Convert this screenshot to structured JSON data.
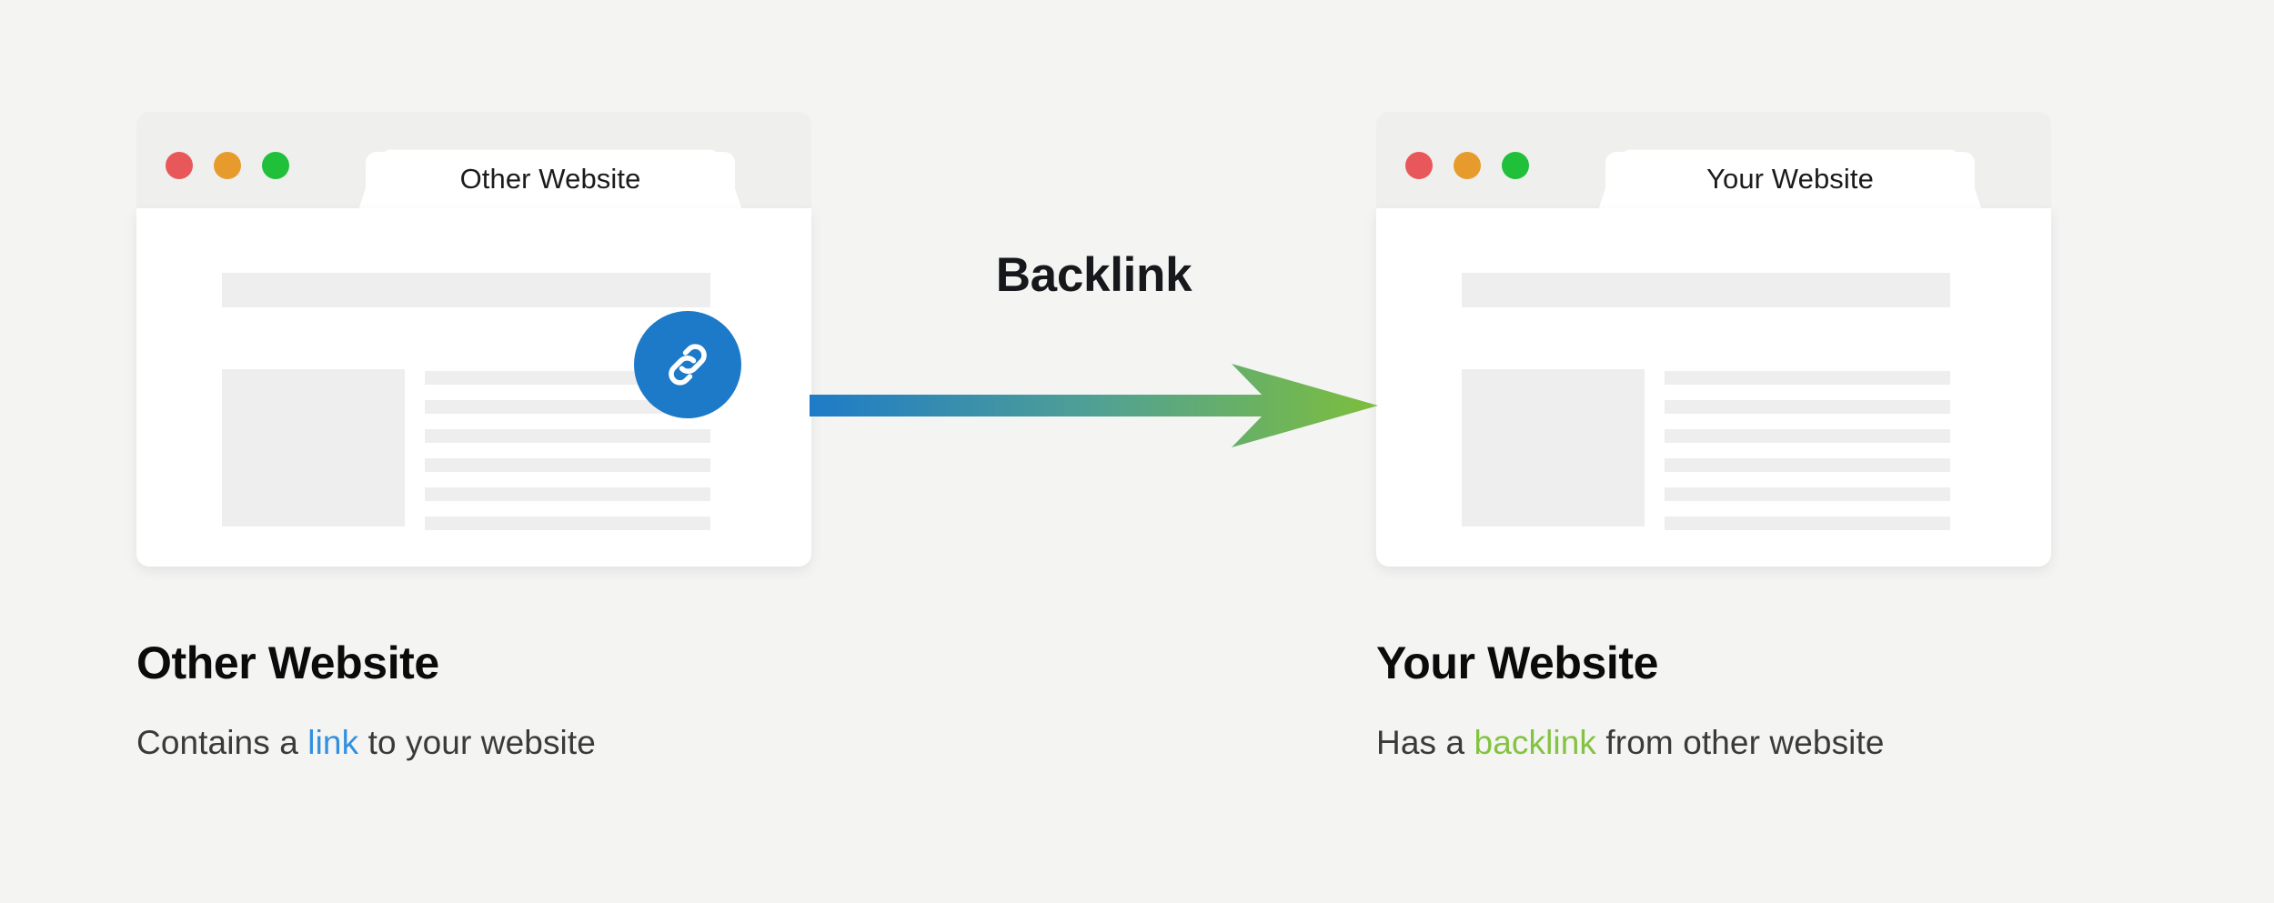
{
  "background_color": "#f4f4f3",
  "connector": {
    "label": "Backlink",
    "arrow_start_color": "#1e7bc8",
    "arrow_end_color": "#7dbe3c",
    "arrow_icon": "right-arrow-icon"
  },
  "cards": [
    {
      "id": "other-website",
      "tab_title": "Other Website",
      "traffic_lights": [
        {
          "name": "close-button",
          "color": "#e8585a"
        },
        {
          "name": "minimize-button",
          "color": "#e79b2c"
        },
        {
          "name": "maximize-button",
          "color": "#21c03b"
        }
      ],
      "skeleton": {
        "header_bar": true,
        "image_block": true,
        "text_lines": 6
      },
      "badge": {
        "icon": "link-icon",
        "color": "#1d7ac9",
        "visible": true
      }
    },
    {
      "id": "your-website",
      "tab_title": "Your Website",
      "traffic_lights": [
        {
          "name": "close-button",
          "color": "#e8585a"
        },
        {
          "name": "minimize-button",
          "color": "#e79b2c"
        },
        {
          "name": "maximize-button",
          "color": "#21c03b"
        }
      ],
      "skeleton": {
        "header_bar": true,
        "image_block": true,
        "text_lines": 6
      },
      "badge": {
        "icon": "link-icon",
        "color": "#1d7ac9",
        "visible": false
      }
    }
  ],
  "captions": {
    "left": {
      "title": "Other Website",
      "text_before": "Contains a ",
      "keyword": "link",
      "keyword_color": "#3290e0",
      "text_after": " to your website"
    },
    "right": {
      "title": "Your Website",
      "text_before": "Has a ",
      "keyword": "backlink",
      "keyword_color": "#83c341",
      "text_after": " from other website"
    }
  }
}
